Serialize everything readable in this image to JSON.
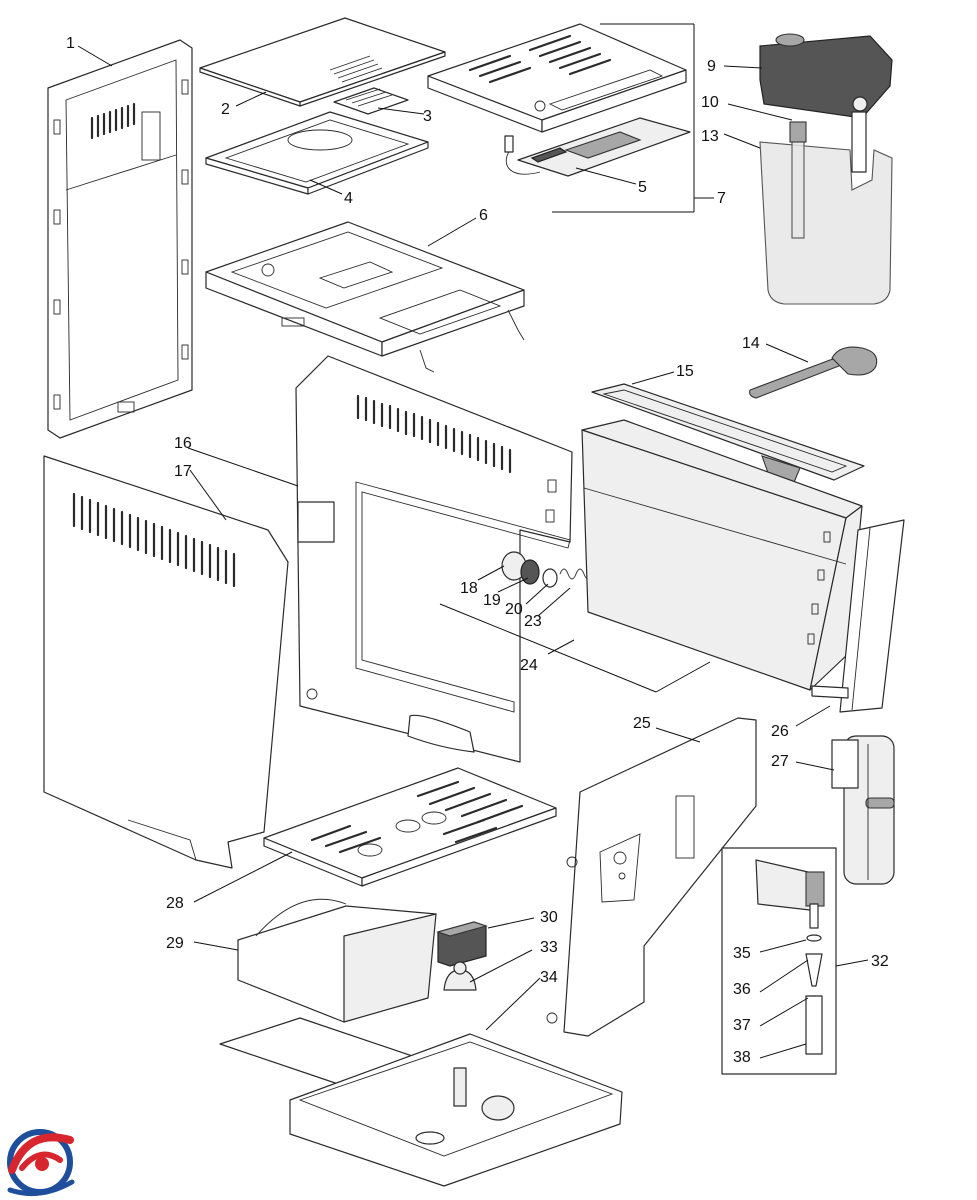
{
  "diagram": {
    "type": "exploded-parts-view",
    "callouts": [
      {
        "id": "1",
        "label": "1"
      },
      {
        "id": "2",
        "label": "2"
      },
      {
        "id": "3",
        "label": "3"
      },
      {
        "id": "4",
        "label": "4"
      },
      {
        "id": "5",
        "label": "5"
      },
      {
        "id": "6",
        "label": "6"
      },
      {
        "id": "7",
        "label": "7"
      },
      {
        "id": "9",
        "label": "9"
      },
      {
        "id": "10",
        "label": "10"
      },
      {
        "id": "13",
        "label": "13"
      },
      {
        "id": "14",
        "label": "14"
      },
      {
        "id": "15",
        "label": "15"
      },
      {
        "id": "16",
        "label": "16"
      },
      {
        "id": "17",
        "label": "17"
      },
      {
        "id": "18",
        "label": "18"
      },
      {
        "id": "19",
        "label": "19"
      },
      {
        "id": "20",
        "label": "20"
      },
      {
        "id": "23",
        "label": "23"
      },
      {
        "id": "24",
        "label": "24"
      },
      {
        "id": "25",
        "label": "25"
      },
      {
        "id": "26",
        "label": "26"
      },
      {
        "id": "27",
        "label": "27"
      },
      {
        "id": "28",
        "label": "28"
      },
      {
        "id": "29",
        "label": "29"
      },
      {
        "id": "30",
        "label": "30"
      },
      {
        "id": "32",
        "label": "32"
      },
      {
        "id": "33",
        "label": "33"
      },
      {
        "id": "34",
        "label": "34"
      },
      {
        "id": "35",
        "label": "35"
      },
      {
        "id": "36",
        "label": "36"
      },
      {
        "id": "37",
        "label": "37"
      },
      {
        "id": "38",
        "label": "38"
      }
    ]
  },
  "colors": {
    "line": "#2a2a2a",
    "part_fill": "#ffffff",
    "light_gray": "#efefef",
    "dark_gray": "#555555",
    "logo_red": "#d7262e",
    "logo_blue": "#1f4e9c"
  },
  "logo": {
    "icon": "brand-swirl-logo"
  }
}
